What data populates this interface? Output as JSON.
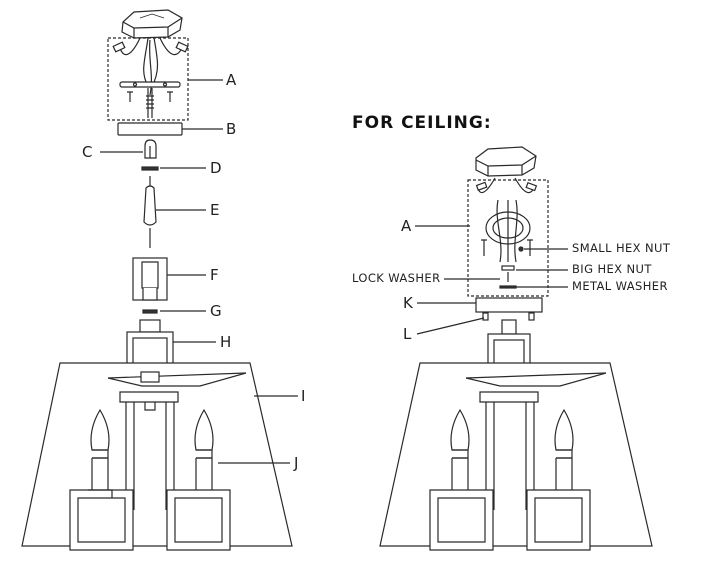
{
  "heading": "FOR CEILING:",
  "left_callouts": {
    "A": "A",
    "B": "B",
    "C": "C",
    "D": "D",
    "E": "E",
    "F": "F",
    "G": "G",
    "H": "H",
    "I": "I",
    "J": "J"
  },
  "right_callouts": {
    "A": "A",
    "K": "K",
    "L": "L"
  },
  "right_parts": {
    "small_hex_nut": "SMALL HEX NUT",
    "lock_washer": "LOCK WASHER",
    "big_hex_nut": "BIG HEX NUT",
    "metal_washer": "METAL WASHER"
  },
  "colors": {
    "line": "#2a2a2a",
    "shade": "#555555",
    "fill": "#ffffff"
  }
}
